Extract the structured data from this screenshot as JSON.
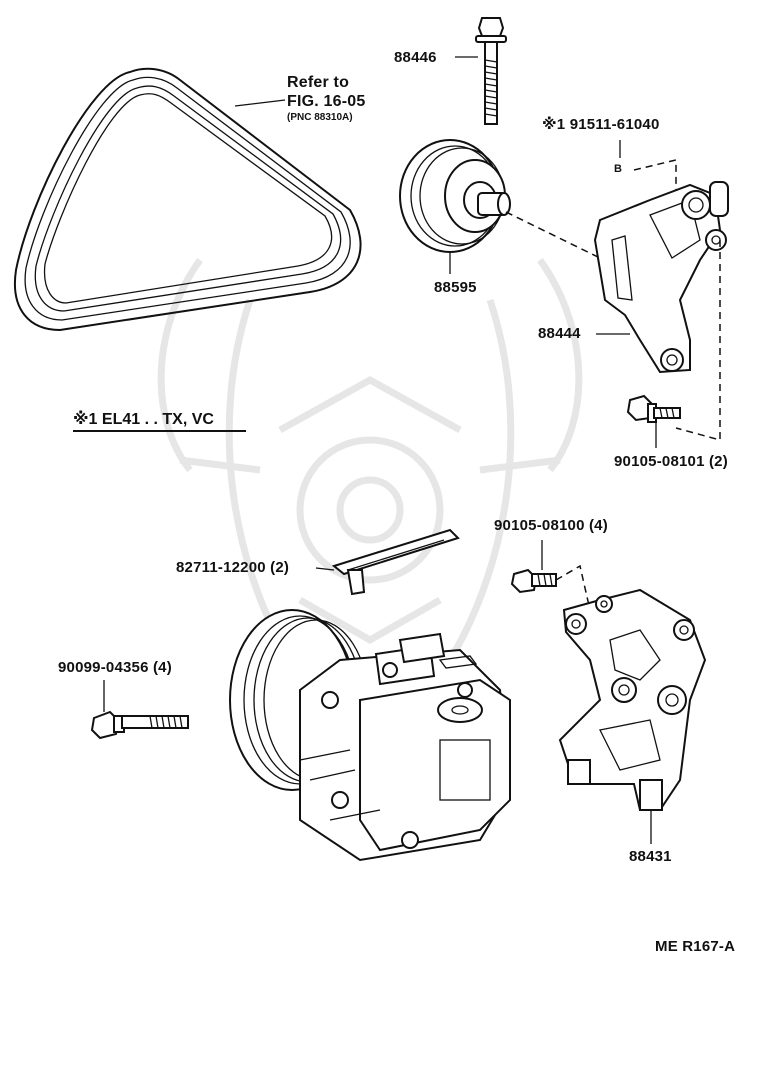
{
  "refer": {
    "line1": "Refer to",
    "line2": "FIG. 16-05",
    "line3": "(PNC 88310A)"
  },
  "parts": {
    "bolt_top": "88446",
    "idler_pulley": "88595",
    "idler_bracket": "88444",
    "stud_bolt": "※1 91511-61040",
    "circle_marker": "B",
    "bolt_small": "90105-08101 (2)",
    "bolt_bracket": "90105-08100 (4)",
    "wire_clamp": "82711-12200 (2)",
    "compressor_bolt": "90099-04356 (4)",
    "compressor_bracket": "88431"
  },
  "note": {
    "text": "※1 EL41 . . TX, VC"
  },
  "code": "ME R167-A"
}
